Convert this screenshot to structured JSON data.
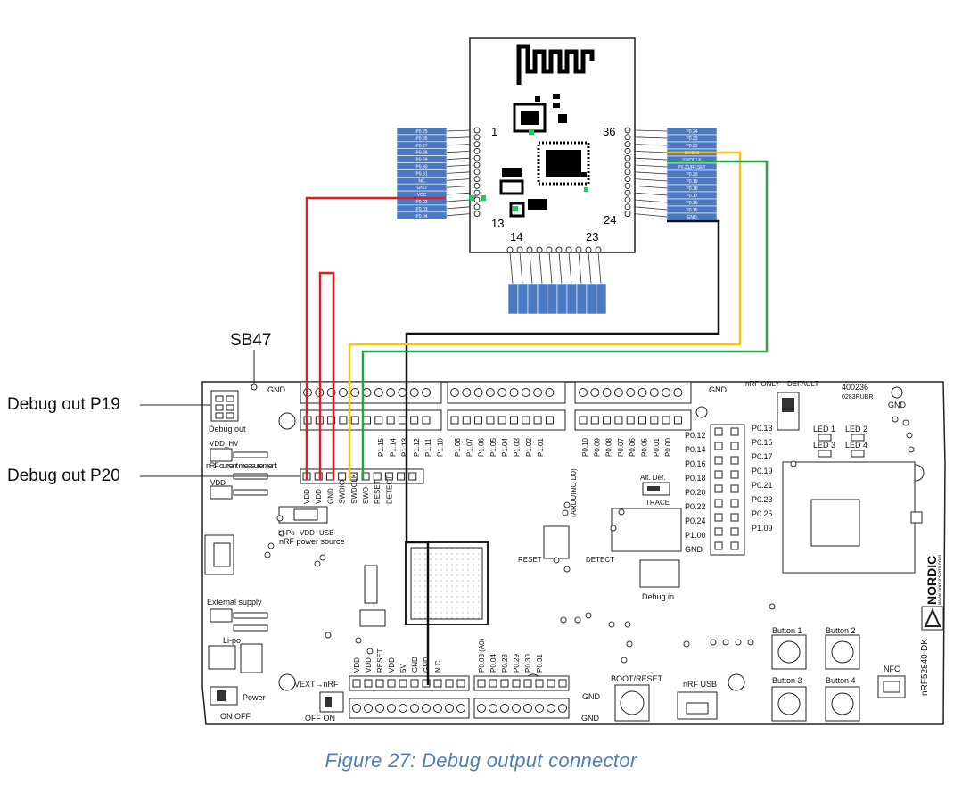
{
  "callouts": {
    "sb47": "SB47",
    "debug_out_p19": "Debug out P19",
    "debug_out_p20": "Debug out P20"
  },
  "caption": "Figure 27: Debug output connector",
  "module": {
    "pin_numbers": {
      "top_left": "1",
      "bottom_left": "13",
      "top_right": "36",
      "bottom_right": "24",
      "bottom_first": "14",
      "bottom_last": "23"
    },
    "left_pins": [
      "P0.25",
      "P0.26",
      "P0.27",
      "P0.28",
      "P0.29",
      "P0.30",
      "P0.31",
      "NC",
      "GND",
      "VCC",
      "P0.02",
      "P0.03",
      "P0.04"
    ],
    "right_pins": [
      "P0.24",
      "P0.23",
      "P0.22",
      "SWDIO",
      "SWDCLK",
      "P0.21/RESET",
      "P0.20",
      "P0.19",
      "P0.18",
      "P0.17",
      "P0.16",
      "P0.15",
      "GND"
    ]
  },
  "board": {
    "name": "nRF52840-DK",
    "brand": "NORDIC",
    "brand_sub": "www.nordicsemi.com",
    "gnd_label": "GND",
    "board_id": "400236",
    "board_id2": "0283RUBR",
    "nrf_only": "nRF ONLY",
    "default": "DEFAULT",
    "debug_out": "Debug out",
    "current_meas": "nRF current measurement",
    "external_supply": "External supply",
    "power_source": "nRF power source",
    "power_opts": [
      "Li-Po",
      "VDD",
      "USB"
    ],
    "li_po": "Li-po",
    "vdd": "VDD",
    "vdd_hv": "VDD_HV",
    "power": "Power",
    "on_off": "ON  OFF",
    "vext_nrf": "VEXT→nRF",
    "off_on": "OFF  ON",
    "boot_reset": "BOOT/RESET",
    "nrf_usb": "nRF USB",
    "debug_in": "Debug in",
    "nfc": "NFC",
    "trace": "TRACE",
    "alt_def": "Alt.  Def.",
    "arduino": "(ARDUINO D0)",
    "reset": "RESET",
    "detect": "DETECT",
    "buttons": [
      "Button 1",
      "Button 2",
      "Button 3",
      "Button 4"
    ],
    "leds": [
      "LED 1",
      "LED 2",
      "LED 3",
      "LED 4"
    ],
    "right_header": [
      "P0.12",
      "P0.13",
      "P0.14",
      "P0.15",
      "P0.16",
      "P0.17",
      "P0.18",
      "P0.19",
      "P0.20",
      "P0.21",
      "P0.22",
      "P0.23",
      "P0.24",
      "P0.25",
      "P1.00",
      "P1.09",
      "GND"
    ],
    "p1_port": [
      "P1.15",
      "P1.14",
      "P1.13",
      "P1.12",
      "P1.11",
      "P1.10"
    ],
    "p1_port2": [
      "P1.08",
      "P1.07",
      "P1.06",
      "P1.05",
      "P1.04",
      "P1.03",
      "P1.02",
      "P1.01"
    ],
    "p0_port": [
      "P0.10",
      "P0.09",
      "P0.08",
      "P0.07",
      "P0.06",
      "P0.05",
      "P0.01",
      "P0.00"
    ],
    "debug_header_labels": [
      "VDD",
      "VDD",
      "GND",
      "SWDIO",
      "SWDCLK",
      "SWO",
      "RESET",
      "DETECT"
    ],
    "power_header": [
      "VDD",
      "VDD",
      "RESET",
      "VDD",
      "5V",
      "GND",
      "GND",
      "N.C."
    ],
    "analog_header": [
      "P0.03 (A0)",
      "P0.04",
      "P0.28",
      "P0.29",
      "P0.30",
      "P0.31"
    ]
  }
}
